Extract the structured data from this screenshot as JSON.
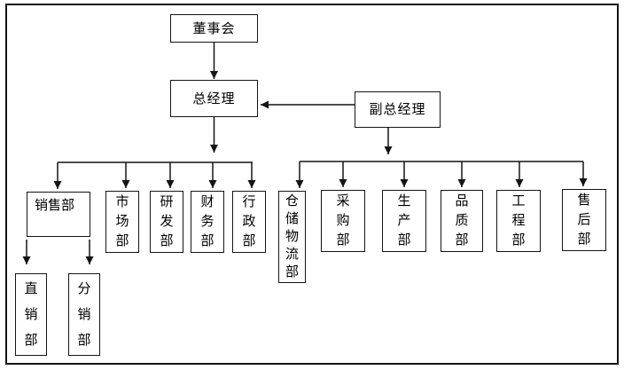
{
  "diagram": {
    "type": "org-chart",
    "background": "#ffffff",
    "line_color": "#141414",
    "text_color": "#000000",
    "nodes": {
      "board": "董事会",
      "general_manager": "总经理",
      "deputy_general_manager": "副总经理",
      "sales": "销售部",
      "marketing": "市场部",
      "rnd": "研发部",
      "finance": "财务部",
      "admin": "行政部",
      "warehouse_logistics": "仓储物流部",
      "purchasing": "采购部",
      "production": "生产部",
      "quality": "品质部",
      "engineering": "工程部",
      "after_sales": "售后部",
      "direct_sales": "直销部",
      "distribution": "分销部"
    },
    "hierarchy": [
      {
        "from": "董事会",
        "to": [
          "总经理"
        ]
      },
      {
        "from": "副总经理",
        "to": [
          "总经理"
        ]
      },
      {
        "from": "总经理",
        "to": [
          "销售部",
          "市场部",
          "研发部",
          "财务部",
          "行政部"
        ]
      },
      {
        "from": "副总经理",
        "to": [
          "仓储物流部",
          "采购部",
          "生产部",
          "品质部",
          "工程部",
          "售后部"
        ]
      },
      {
        "from": "销售部",
        "to": [
          "直销部",
          "分销部"
        ]
      }
    ]
  }
}
